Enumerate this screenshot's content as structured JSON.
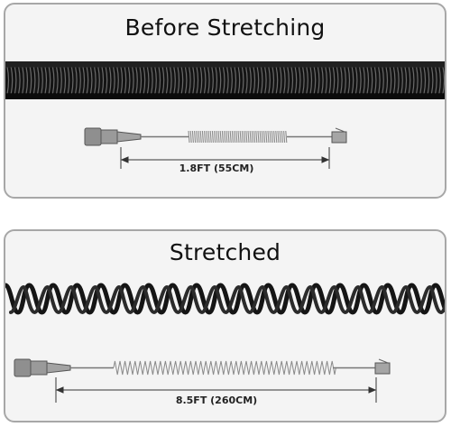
{
  "before": {
    "title": "Before Stretching",
    "length_label": "1.8FT (55CM)"
  },
  "after": {
    "title": "Stretched",
    "length_label": "8.5FT (260CM)"
  },
  "colors": {
    "panel_bg": "#f4f4f4",
    "panel_border": "#a7a7a7",
    "cord_black": "#1a1a1a",
    "diagram_gray": "#8a8a8a"
  }
}
